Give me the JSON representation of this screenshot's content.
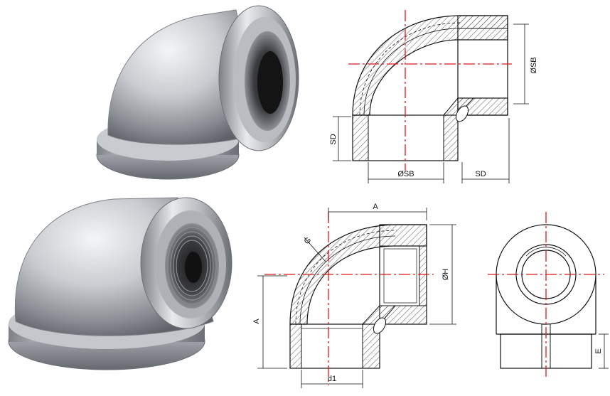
{
  "top_drawing": {
    "dim_bore_right": "ØSB",
    "dim_socket_depth_left": "SD",
    "dim_bore_bottom": "ØSB",
    "dim_socket_depth_bottom": "SD"
  },
  "bottom_drawing": {
    "dim_center_to_end_top": "A",
    "dim_thread": "G",
    "dim_outer_dia": "ØH",
    "dim_center_to_end_left": "A",
    "dim_port_bottom": "d1"
  },
  "end_view": {
    "dim_side": "E"
  },
  "colors": {
    "centerline": "#e0161b",
    "outline": "#111111",
    "hatch": "#333333",
    "metal_light": "#e4e6e8",
    "metal_dark": "#5c6066"
  }
}
